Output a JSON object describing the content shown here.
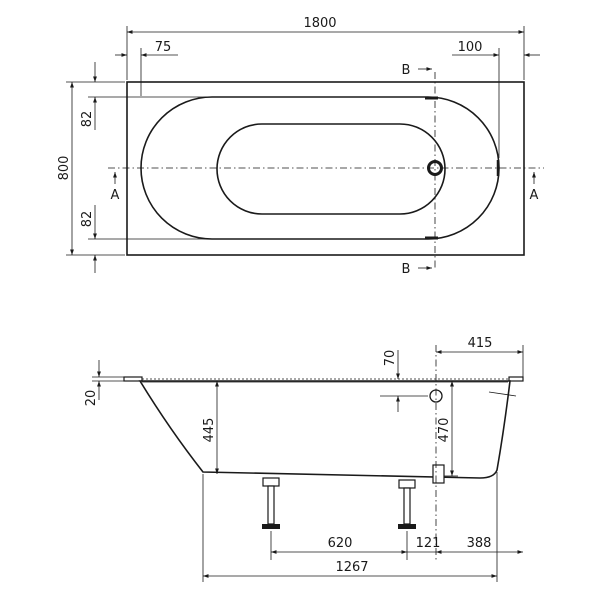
{
  "top_view": {
    "overall_length": "1800",
    "left_offset": "75",
    "right_offset": "100",
    "overall_width": "800",
    "top_offset": "82",
    "bottom_offset": "82",
    "section_a_left": "A",
    "section_a_right": "A",
    "section_b_top": "B",
    "section_b_bottom": "B"
  },
  "side_view": {
    "rim_height": "20",
    "depth_left": "445",
    "overflow_height": "70",
    "drain_offset": "415",
    "depth_right": "470",
    "leg_spacing": "620",
    "leg_to_drain": "121",
    "drain_to_end": "388",
    "base_length": "1267"
  }
}
